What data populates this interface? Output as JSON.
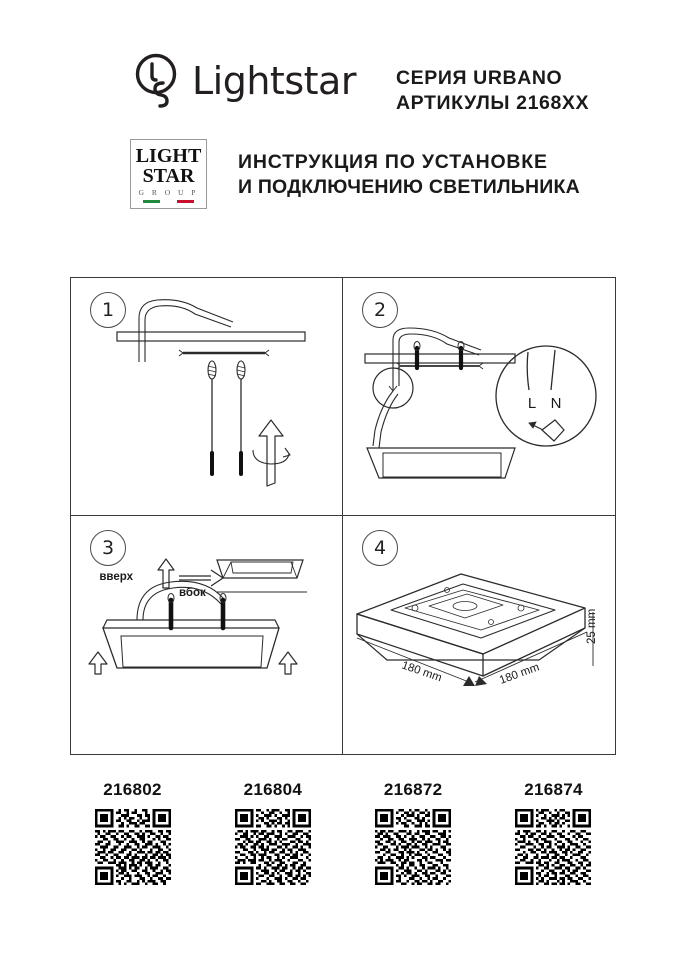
{
  "header": {
    "brand_name": "Lightstar",
    "brand_logo_icon": "lightbulb-ls-monogram-icon",
    "series_line1": "СЕРИЯ URBANO",
    "series_line2": "АРТИКУЛЫ 2168XX",
    "badge": {
      "line1": "LIGHT",
      "line2": "STAR",
      "line3": "G R O U P",
      "flag_colors": [
        "#1f8a3b",
        "#ffffff",
        "#c8102e"
      ]
    },
    "title_line1": "ИНСТРУКЦИЯ ПО УСТАНОВКЕ",
    "title_line2": "И ПОДКЛЮЧЕНИЮ СВЕТИЛЬНИКА"
  },
  "steps": [
    {
      "number": "1",
      "name": "prepare-ceiling-and-screws",
      "labels": []
    },
    {
      "number": "2",
      "name": "connect-wires-to-terminal",
      "labels": [
        "L",
        "N"
      ],
      "terminal_live": "L",
      "terminal_neutral": "N"
    },
    {
      "number": "3",
      "name": "mount-fixture-to-base",
      "labels": [
        "вверх",
        "вбок"
      ],
      "direction_up": "вверх",
      "direction_side": "вбок"
    },
    {
      "number": "4",
      "name": "fixture-dimensions",
      "labels": [
        "180 mm",
        "180 mm",
        "25 mm"
      ],
      "width": "180 mm",
      "depth": "180 mm",
      "height": "25 mm"
    }
  ],
  "products": [
    {
      "code": "216802"
    },
    {
      "code": "216804"
    },
    {
      "code": "216872"
    },
    {
      "code": "216874"
    }
  ],
  "colors": {
    "ink": "#1a1a1a",
    "line": "#3a3a3a",
    "badge_border": "#9a9a9a"
  }
}
